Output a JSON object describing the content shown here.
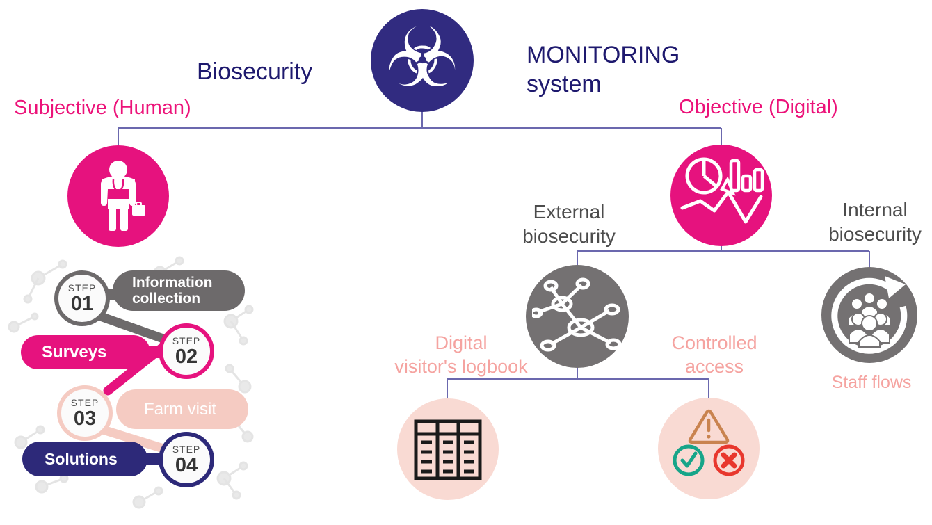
{
  "header": {
    "biosecurity_title": "Biosecurity",
    "monitoring_line1": "MONITORING",
    "monitoring_line2": "system"
  },
  "branches": {
    "subjective_label": "Subjective (Human)",
    "objective_label": "Objective (Digital)"
  },
  "steps": [
    {
      "step_word": "STEP",
      "number": "01",
      "label_line1": "Information",
      "label_line2": "collection"
    },
    {
      "step_word": "STEP",
      "number": "02",
      "label": "Surveys"
    },
    {
      "step_word": "STEP",
      "number": "03",
      "label": "Farm visit"
    },
    {
      "step_word": "STEP",
      "number": "04",
      "label": "Solutions"
    }
  ],
  "objective_branch": {
    "external_line1": "External",
    "external_line2": "biosecurity",
    "internal_line1": "Internal",
    "internal_line2": "biosecurity",
    "staff_flows_label": "Staff flows",
    "digital_logbook_line1": "Digital",
    "digital_logbook_line2": "visitor's logbook",
    "controlled_access_line1": "Controlled",
    "controlled_access_line2": "access"
  },
  "icons": {
    "biohazard_glyph": "☣",
    "root": "biohazard-icon",
    "human": "doctor-icon",
    "digital": "analytics-icon",
    "external": "network-icon",
    "internal": "staff-cycle-icon",
    "logbook": "table-register-icon",
    "access": "controlled-access-icon"
  },
  "colors": {
    "navy": "#2D2979",
    "navy_text": "#1E196E",
    "magenta": "#E6127E",
    "magenta_text": "#EC1279",
    "salmon": "#F5CBC2",
    "salmon_text": "#F5A3A0",
    "light_pink": "#F9DAD3",
    "gray": "#747172",
    "dark_gray_text": "#4C4C4C",
    "connector": "#6B68AE",
    "check_green": "#17A589",
    "cross_red": "#E8372D",
    "warning_orange": "#C9834F"
  }
}
